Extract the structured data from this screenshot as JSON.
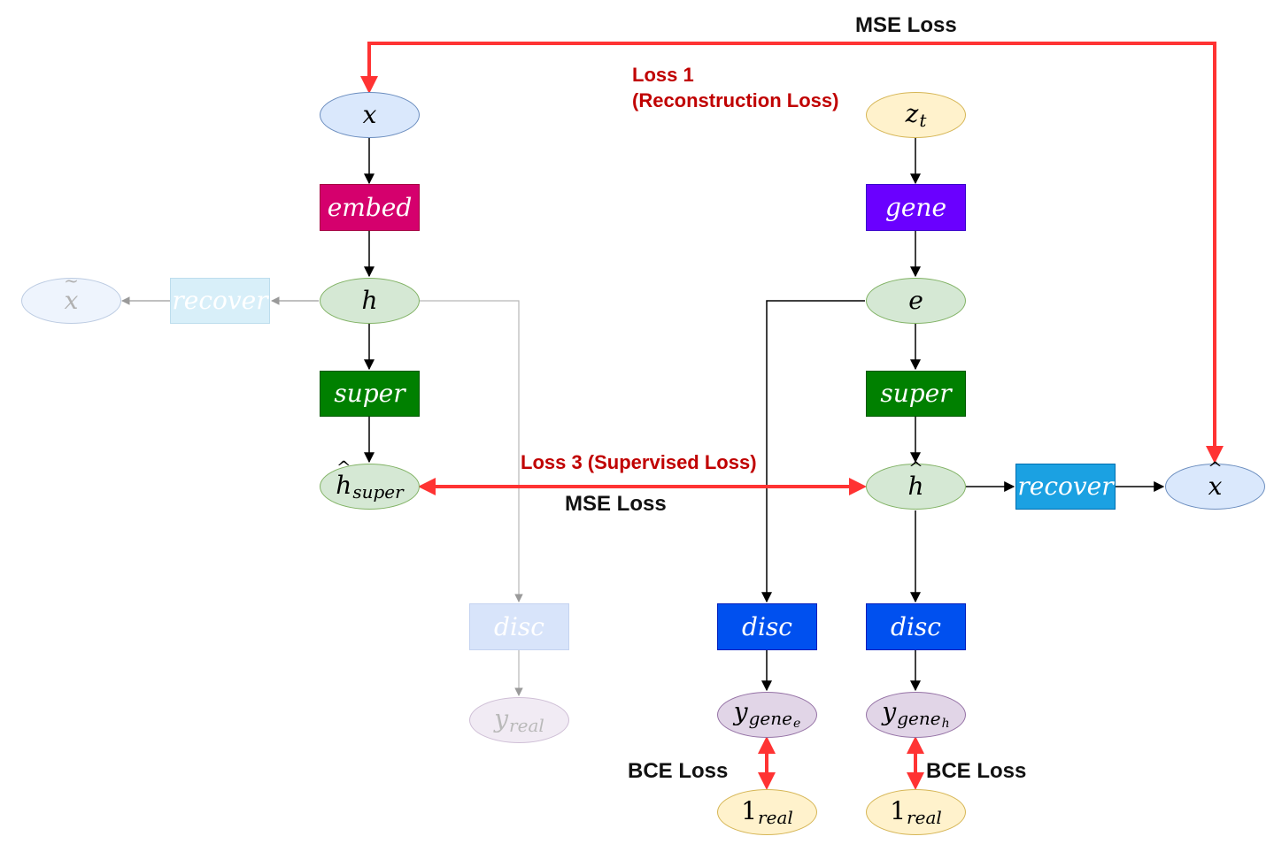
{
  "nodes": {
    "x": {
      "text": "x"
    },
    "embed": {
      "text": "embed",
      "color": "#d5006d"
    },
    "h": {
      "text": "h"
    },
    "recover_top": {
      "text": "recover",
      "color": "#aadcf2"
    },
    "x_tilde": {
      "text": "x"
    },
    "super_left": {
      "text": "super",
      "color": "#008000"
    },
    "h_super": {
      "base": "h",
      "sub": "super"
    },
    "disc_faded": {
      "text": "disc",
      "color": "#c9dcf9"
    },
    "y_real": {
      "base": "y",
      "sub": "real"
    },
    "z_t": {
      "base": "z",
      "sub": "t"
    },
    "gene": {
      "text": "gene",
      "color": "#6a00ff"
    },
    "e": {
      "text": "e"
    },
    "super_right": {
      "text": "super",
      "color": "#008000"
    },
    "h_hat": {
      "text": "h"
    },
    "recover_right": {
      "text": "recover",
      "color": "#1ba1e2"
    },
    "x_hat": {
      "text": "x"
    },
    "disc_e": {
      "text": "disc",
      "color": "#0050ef"
    },
    "disc_h": {
      "text": "disc",
      "color": "#0050ef"
    },
    "y_gene_e": {
      "base": "y",
      "sub": "gene",
      "subsub": "e"
    },
    "y_gene_h": {
      "base": "y",
      "sub": "gene",
      "subsub": "h"
    },
    "one_real_e": {
      "base": "1",
      "sub": "real"
    },
    "one_real_h": {
      "base": "1",
      "sub": "real"
    }
  },
  "labels": {
    "mse_top": "MSE Loss",
    "loss1_line1": "Loss 1",
    "loss1_line2": "(Reconstruction Loss)",
    "loss3": "Loss 3 (Supervised Loss)",
    "mse_mid": "MSE Loss",
    "bce_left": "BCE Loss",
    "bce_right": "BCE Loss"
  },
  "colors": {
    "loss_arrow": "#ff3333",
    "edge": "#000000",
    "faded_edge": "#b0b0b0",
    "loss_text": "#c00000"
  }
}
